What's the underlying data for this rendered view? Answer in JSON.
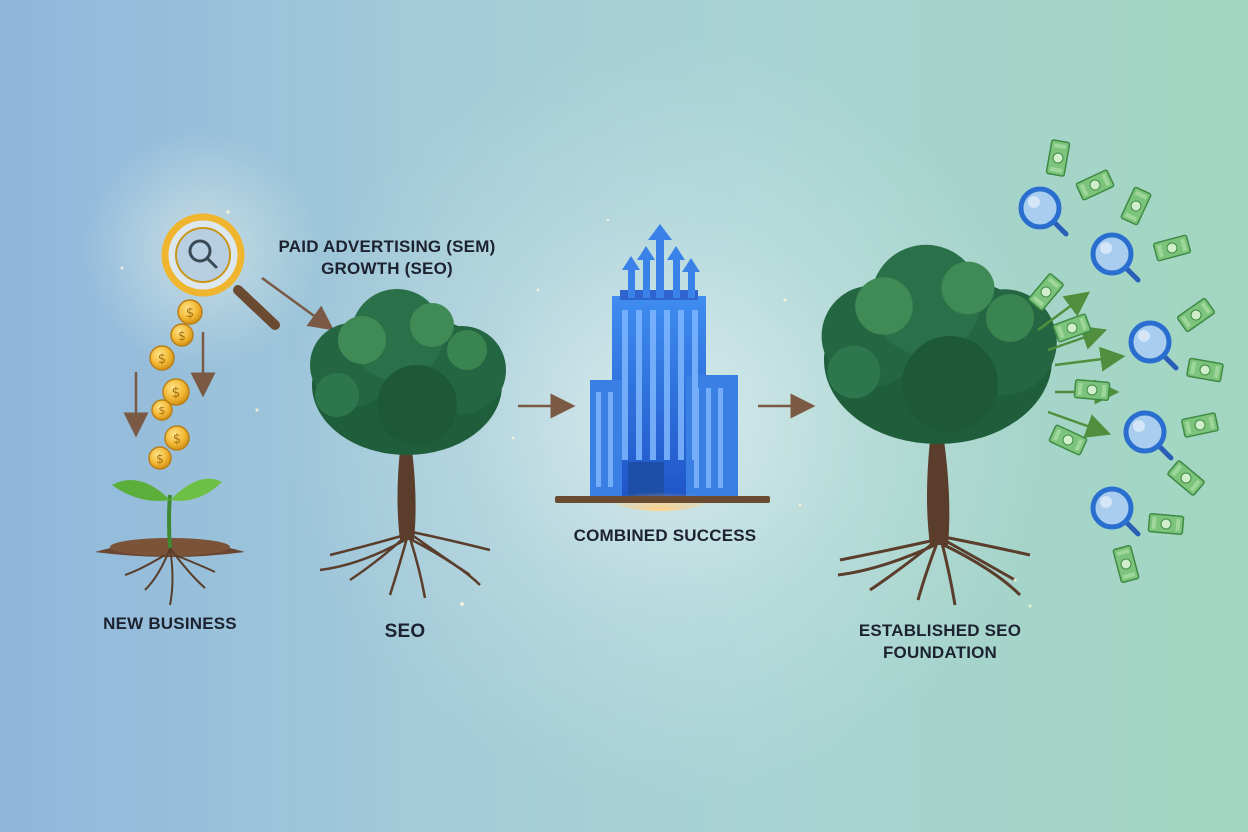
{
  "labels": {
    "paid_line1": "PAID ADVERTISING (SEM)",
    "paid_line2": "GROWTH (SEO)",
    "new_business": "NEW BUSINESS",
    "seo": "SEO",
    "combined_success": "COMBINED SUCCESS",
    "established_line1": "ESTABLISHED SEO",
    "established_line2": "FOUNDATION"
  },
  "icons": [
    "magnifying-glass-icon",
    "coin-icon",
    "sprout-icon",
    "tree-icon",
    "building-icon",
    "growth-arrow-icon",
    "banknote-icon"
  ],
  "colors": {
    "leaf_dark": "#1f5e3a",
    "leaf_mid": "#2e7d4f",
    "leaf_light": "#4f9b5e",
    "trunk": "#5a3d2b",
    "coin": "#f2b632",
    "building": "#2f6fd6",
    "magnifier_blue": "#2a6fd0",
    "money_green": "#6fbf73",
    "arrow_brown": "#7a5a44",
    "arrow_green": "#4f8f3d"
  }
}
